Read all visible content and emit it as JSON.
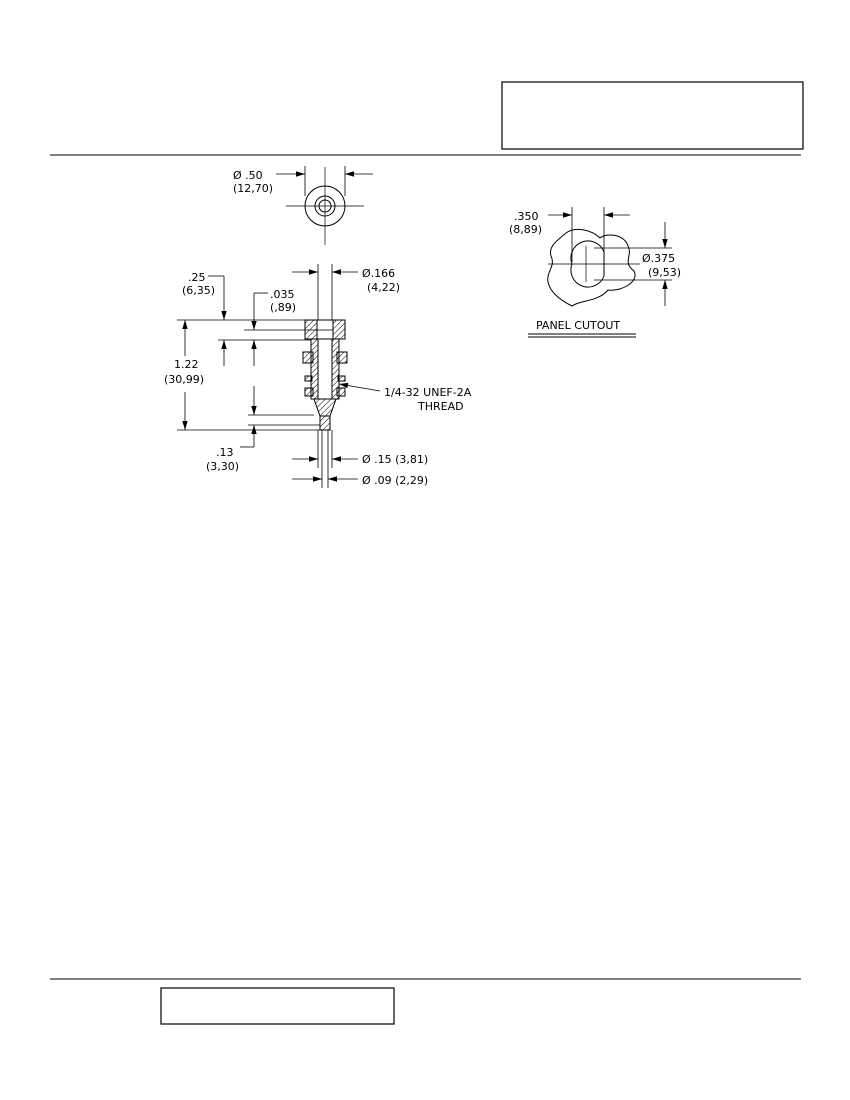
{
  "top_view": {
    "diameter_in": "Ø .50",
    "diameter_mm": "(12,70)"
  },
  "side_view": {
    "dim_25_in": ".25",
    "dim_25_mm": "(6,35)",
    "dim_035_in": ".035",
    "dim_035_mm": "(,89)",
    "dim_122_in": "1.22",
    "dim_122_mm": "(30,99)",
    "dim_13_in": ".13",
    "dim_13_mm": "(3,30)",
    "dia_166_in": "Ø.166",
    "dia_166_mm": "(4,22)",
    "dia_15": "Ø .15 (3,81)",
    "dia_09": "Ø .09 (2,29)",
    "thread_line1": "1/4-32 UNEF-2A",
    "thread_line2": "THREAD"
  },
  "panel_cutout": {
    "dim_350_in": ".350",
    "dim_350_mm": "(8,89)",
    "dia_375_in": "Ø.375",
    "dia_375_mm": "(9,53)",
    "label": "PANEL CUTOUT"
  }
}
